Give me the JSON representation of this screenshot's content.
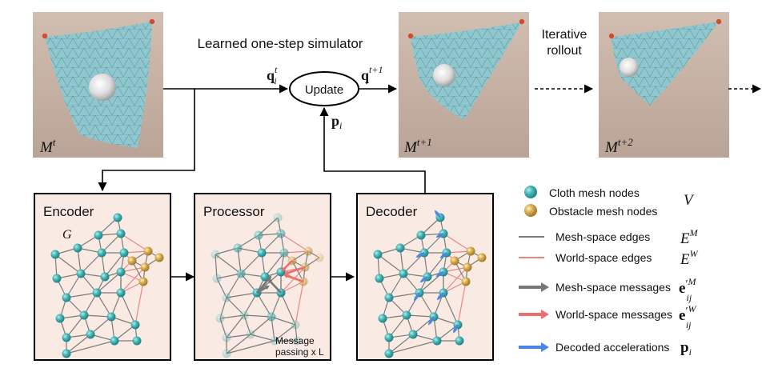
{
  "title": "Learned one-step simulator",
  "rollout": {
    "line1": "Iterative",
    "line2": "rollout"
  },
  "update": {
    "label": "Update",
    "q_in": "q",
    "q_in_sub": "i",
    "q_in_sup": "t",
    "q_out": "q",
    "q_out_sub": "i",
    "q_out_sup": "t+1",
    "p": "p",
    "p_sub": "i"
  },
  "photos": [
    {
      "label": "M",
      "sup": "t"
    },
    {
      "label": "M",
      "sup": "t+1"
    },
    {
      "label": "M",
      "sup": "t+2"
    }
  ],
  "boxes": {
    "encoder": {
      "title": "Encoder",
      "graph_label": "G"
    },
    "processor": {
      "title": "Processor",
      "note1": "Message",
      "note2": "passing x L"
    },
    "decoder": {
      "title": "Decoder"
    }
  },
  "legend": [
    {
      "text": "Cloth mesh nodes",
      "symbol": "V",
      "sup": "",
      "sub": "",
      "prime": ""
    },
    {
      "text": "Obstacle mesh nodes",
      "symbol": "",
      "sup": "",
      "sub": "",
      "prime": ""
    },
    {
      "text": "Mesh-space edges",
      "symbol": "E",
      "sup": "M",
      "sub": "",
      "prime": ""
    },
    {
      "text": "World-space edges",
      "symbol": "E",
      "sup": "W",
      "sub": "",
      "prime": ""
    },
    {
      "text": "Mesh-space messages",
      "symbol": "e",
      "sup": "M",
      "sub": "ij",
      "prime": "′"
    },
    {
      "text": "World-space messages",
      "symbol": "e",
      "sup": "W",
      "sub": "ij",
      "prime": "′"
    },
    {
      "text": "Decoded accelerations",
      "symbol": "p",
      "sup": "",
      "sub": "i",
      "prime": ""
    }
  ],
  "colors": {
    "cloth": "#8fc7cf",
    "cloth_dark": "#5f9aa3",
    "photo_bg": "#c8b3a6",
    "box_fill": "#f9ebe3",
    "node_teal": "#45b4b4",
    "node_gold": "#d7ac4e",
    "mesh_edge": "#7b7b7b",
    "world_edge": "#ee8583",
    "msg_gray": "#777777",
    "msg_red": "#ec6f6f",
    "accel_blue": "#4a86e8",
    "pin_red": "#d64a2c"
  }
}
